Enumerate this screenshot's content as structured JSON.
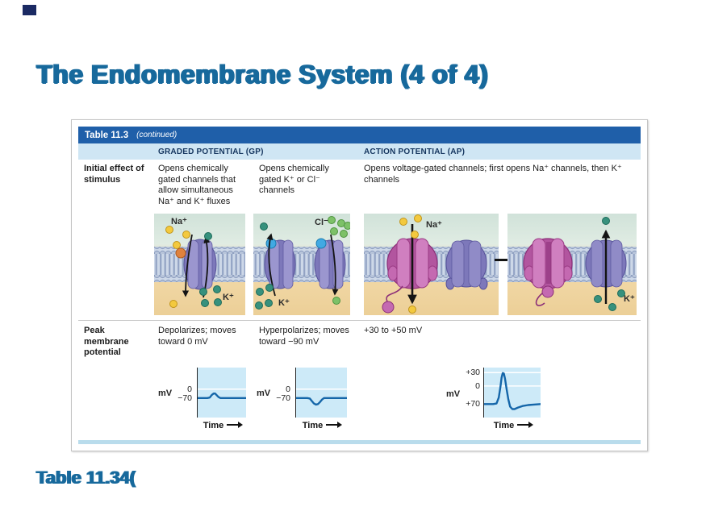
{
  "slide": {
    "title": "The Endomembrane System (4 of 4)",
    "caption": "Table 11.34(",
    "title_color": "#17699C"
  },
  "table": {
    "title": "Table 11.3",
    "continued_note": "(continued)",
    "columns": [
      "GRADED POTENTIAL (GP)",
      "ACTION POTENTIAL (AP)"
    ],
    "rows": [
      {
        "label": "Initial effect of stimulus",
        "gp_cells": [
          "Opens chemically gated channels that allow simultaneous Na⁺ and K⁺ fluxes",
          "Opens chemically gated K⁺ or Cl⁻ channels"
        ],
        "ap_cell": "Opens voltage-gated channels; first opens Na⁺ channels, then K⁺ channels"
      },
      {
        "label": "Peak membrane potential",
        "gp_cells": [
          "Depolarizes; moves toward 0 mV",
          "Hyperpolarizes; moves toward −90 mV"
        ],
        "ap_cell": "+30 to +50 mV"
      }
    ]
  },
  "panels": [
    {
      "name": "chemically-gated-channel-na-k-flux",
      "labels": {
        "na": "Na⁺",
        "k": "K⁺"
      }
    },
    {
      "name": "chemically-gated-k-or-cl-channels",
      "labels": {
        "cl": "Cl⁻",
        "k": "K⁺"
      }
    },
    {
      "name": "voltage-gated-na-channel-opens",
      "labels": {
        "na": "Na⁺"
      }
    },
    {
      "name": "voltage-gated-k-channel-opens",
      "labels": {
        "k": "K⁺"
      }
    }
  ],
  "chart_data": [
    {
      "type": "line",
      "y_label": "mV",
      "x_label": "Time",
      "y_ticks": [
        "0",
        "−70"
      ],
      "description": "Graded potential depolarization: small bump from −70 mV baseline toward 0 mV",
      "gridlines_pct": [
        43
      ],
      "trace_pct": [
        [
          0,
          61
        ],
        [
          20,
          61
        ],
        [
          25,
          60
        ],
        [
          29,
          55
        ],
        [
          33,
          52
        ],
        [
          36,
          52
        ],
        [
          39,
          55
        ],
        [
          43,
          59
        ],
        [
          47,
          61
        ],
        [
          100,
          61
        ]
      ]
    },
    {
      "type": "line",
      "y_label": "mV",
      "x_label": "Time",
      "y_ticks": [
        "0",
        "−70"
      ],
      "description": "Graded potential hyperpolarization: small dip from −70 mV toward −90 mV",
      "gridlines_pct": [
        43
      ],
      "trace_pct": [
        [
          0,
          61
        ],
        [
          22,
          61
        ],
        [
          27,
          62
        ],
        [
          31,
          67
        ],
        [
          35,
          72
        ],
        [
          39,
          74
        ],
        [
          43,
          73
        ],
        [
          47,
          69
        ],
        [
          51,
          64
        ],
        [
          55,
          61
        ],
        [
          100,
          61
        ]
      ]
    },
    {
      "type": "line",
      "y_label": "mV",
      "x_label": "Time",
      "y_ticks": [
        "+30",
        "0",
        "+70"
      ],
      "description": "Action potential: sharp spike up to +30 mV with brief undershoot, then return to baseline",
      "gridlines_pct": [
        10,
        37
      ],
      "trace_pct": [
        [
          0,
          73
        ],
        [
          16,
          73
        ],
        [
          22,
          72
        ],
        [
          26,
          60
        ],
        [
          29,
          38
        ],
        [
          31,
          20
        ],
        [
          33,
          11
        ],
        [
          35,
          12
        ],
        [
          37,
          22
        ],
        [
          40,
          44
        ],
        [
          43,
          64
        ],
        [
          46,
          78
        ],
        [
          50,
          83
        ],
        [
          54,
          83
        ],
        [
          60,
          80
        ],
        [
          68,
          77
        ],
        [
          78,
          75
        ],
        [
          88,
          74
        ],
        [
          100,
          73
        ]
      ]
    }
  ],
  "colors": {
    "header_bar": "#1F5FA9",
    "subheader_bar": "#CFE6F4",
    "plot_bg": "#CDEAF8",
    "trace": "#1566A9",
    "bottom_strip": "#B9DCEC",
    "title_blue": "#17699C",
    "corner_mark": "#1B2A63",
    "pink_channel": "#C469B1",
    "purple_channel": "#8D88C5",
    "sodium_ion": "#F3C93E",
    "potassium_ion": "#37917D",
    "chloride_ion": "#7DC168",
    "neurotransmitter": "#41A9E3"
  }
}
